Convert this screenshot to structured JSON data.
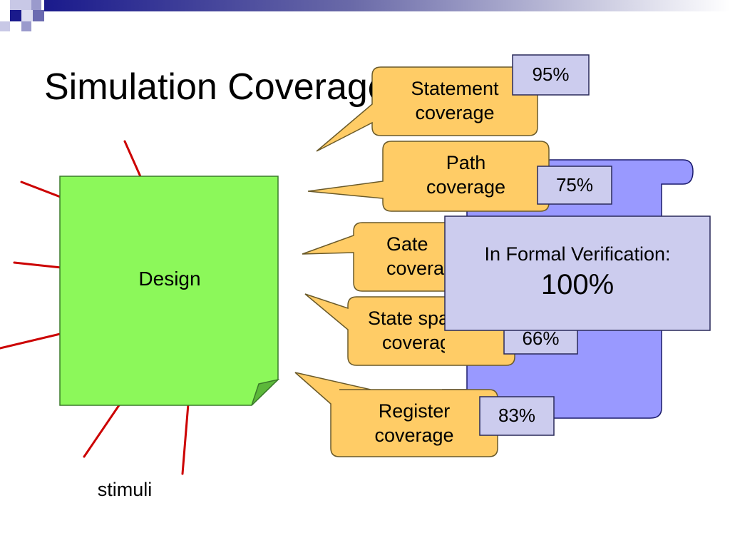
{
  "slide": {
    "title": "Simulation Coverage",
    "design_label": "Design",
    "stimuli_label": "stimuli",
    "colors": {
      "design_fill": "#8cf85a",
      "bubble_fill": "#ffcc66",
      "percent_fill": "#ccccee",
      "scroll_fill": "#9999ff",
      "arrow": "#cc0000",
      "header_navy": "#1a1a8c"
    }
  },
  "bubbles": [
    {
      "id": "statement",
      "line1": "Statement",
      "line2": "coverage",
      "percent": "95%"
    },
    {
      "id": "path",
      "line1": "Path",
      "line2": "coverage",
      "percent": "75%"
    },
    {
      "id": "gate",
      "line1": "Gate",
      "line2": "coverage",
      "percent": ""
    },
    {
      "id": "state",
      "line1": "State space",
      "line2": "coverage",
      "percent": "66%"
    },
    {
      "id": "register",
      "line1": "Register",
      "line2": "coverage",
      "percent": "83%"
    }
  ],
  "formal": {
    "line1": "In Formal Verification:",
    "line2": "100%"
  }
}
